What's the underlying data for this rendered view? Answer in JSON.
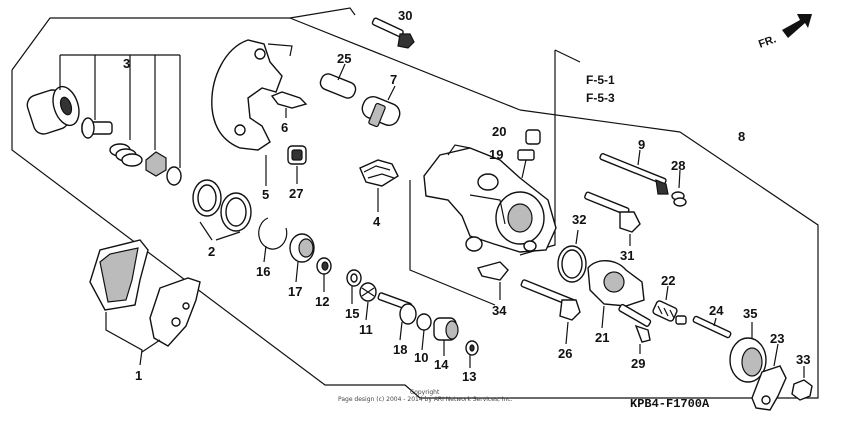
{
  "callouts": {
    "p1": "1",
    "p2": "2",
    "p3": "3",
    "p4": "4",
    "p5": "5",
    "p6": "6",
    "p7": "7",
    "p8": "8",
    "p9": "9",
    "p10": "10",
    "p11": "11",
    "p12": "12",
    "p13": "13",
    "p14": "14",
    "p15": "15",
    "p16": "16",
    "p17": "17",
    "p18": "18",
    "p19": "19",
    "p20": "20",
    "p21": "21",
    "p22": "22",
    "p23": "23",
    "p24": "24",
    "p25": "25",
    "p26": "26",
    "p27": "27",
    "p28": "28",
    "p29": "29",
    "p30": "30",
    "p31": "31",
    "p32": "32",
    "p33": "33",
    "p34": "34",
    "p35": "35"
  },
  "references": {
    "ref1": "F-5-1",
    "ref2": "F-5-3"
  },
  "front_indicator": "FR.",
  "diagram_code": "KPB4-F1700A",
  "copyright": {
    "line1": "Copyright",
    "line2": "Page design (c) 2004 - 2014 by ARI Network Services, Inc."
  }
}
